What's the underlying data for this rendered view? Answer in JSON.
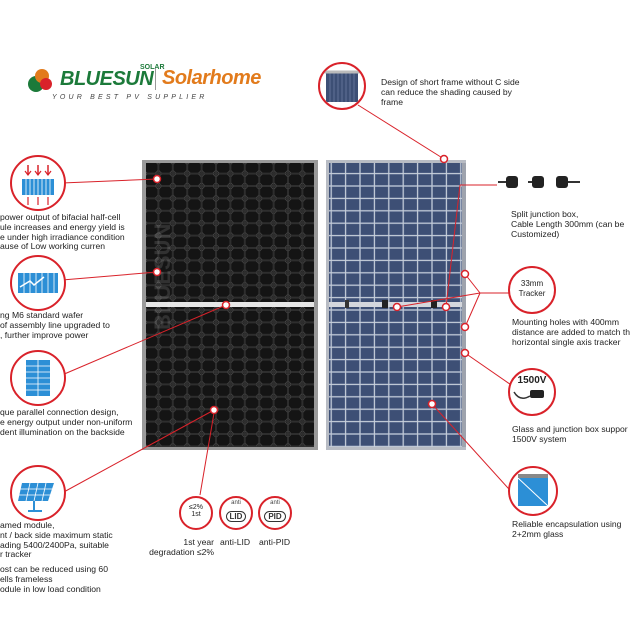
{
  "brand": {
    "name_left": "BLUESUN",
    "name_left_sup": "SOLAR",
    "name_right": "Solarhome",
    "tagline": "YOUR BEST PV SUPPLIER",
    "colors": {
      "green": "#1c7a3a",
      "orange": "#e27b1c",
      "accent": "#d9222a"
    }
  },
  "left_callouts": [
    {
      "icon": "bifacial-cell-icon",
      "lines": [
        "power output of bifacial half-cell",
        "ule increases and energy yield is",
        "e under high irradiance condition",
        "ause of Low working curren"
      ]
    },
    {
      "icon": "m6-wafer-icon",
      "lines": [
        "ng M6 standard wafer",
        "of assembly line upgraded to",
        ", further improve power"
      ]
    },
    {
      "icon": "parallel-connection-icon",
      "lines": [
        "que parallel connection design,",
        "e energy output under non-uniform",
        "dent illumination on the backside"
      ]
    },
    {
      "icon": "framed-module-icon",
      "lines": [
        "amed module,",
        "nt / back side maximum static",
        "ading 5400/2400Pa, suitable",
        "r tracker",
        "",
        "ost can be reduced using 60",
        "ells frameless",
        "odule in low load condition"
      ]
    }
  ],
  "right_callouts": [
    {
      "icon": "short-frame-icon",
      "lines": [
        "Design of short frame without C side",
        "can reduce the shading caused by",
        "frame"
      ]
    },
    {
      "icon": "junction-box-icon",
      "lines": [
        "Split junction box,",
        "Cable Length 300mm (can be",
        "Customized)"
      ]
    },
    {
      "icon": "tracker-icon",
      "badge": "33mm\nTracker",
      "lines": [
        "Mounting holes with 400mm",
        "distance are added to match th",
        "horizontal single axis tracker"
      ]
    },
    {
      "icon": "voltage-1500v-icon",
      "badge": "1500V",
      "lines": [
        "Glass and junction box suppor",
        "1500V system"
      ]
    },
    {
      "icon": "glass-encapsulation-icon",
      "lines": [
        "Reliable encapsulation using",
        "2+2mm glass"
      ]
    }
  ],
  "certs": [
    {
      "icon": "degradation-icon",
      "top": "≤2%",
      "mid": "1st",
      "caption": [
        "1st year",
        "degradation ≤2%"
      ]
    },
    {
      "icon": "anti-lid-icon",
      "top": "anti",
      "mid": "LID",
      "caption": [
        "anti-LID"
      ]
    },
    {
      "icon": "anti-pid-icon",
      "top": "anti",
      "mid": "PID",
      "caption": [
        "anti-PID"
      ]
    }
  ]
}
